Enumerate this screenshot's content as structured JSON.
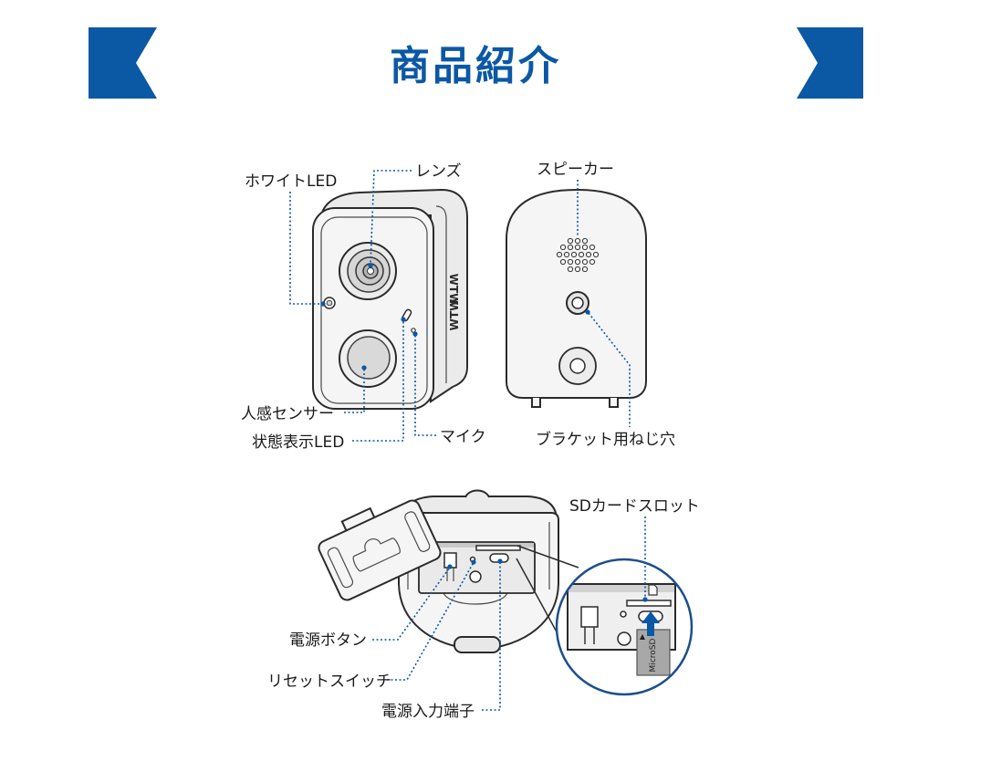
{
  "title": "商品紹介",
  "colors": {
    "accent": "#0b58a5",
    "line": "#2b2b2b",
    "text": "#1a1a1a"
  },
  "front_view": {
    "logo": "WTW",
    "labels": {
      "white_led": "ホワイトLED",
      "lens": "レンズ",
      "motion_sensor": "人感センサー",
      "status_led": "状態表示LED",
      "mic": "マイク"
    }
  },
  "back_view": {
    "labels": {
      "speaker": "スピーカー",
      "bracket_screw_hole": "ブラケット用ねじ穴"
    }
  },
  "bottom_view": {
    "card_label": "MicroSD",
    "labels": {
      "sd_slot": "SDカードスロット",
      "power_button": "電源ボタン",
      "reset_switch": "リセットスイッチ",
      "power_input": "電源入力端子"
    }
  }
}
